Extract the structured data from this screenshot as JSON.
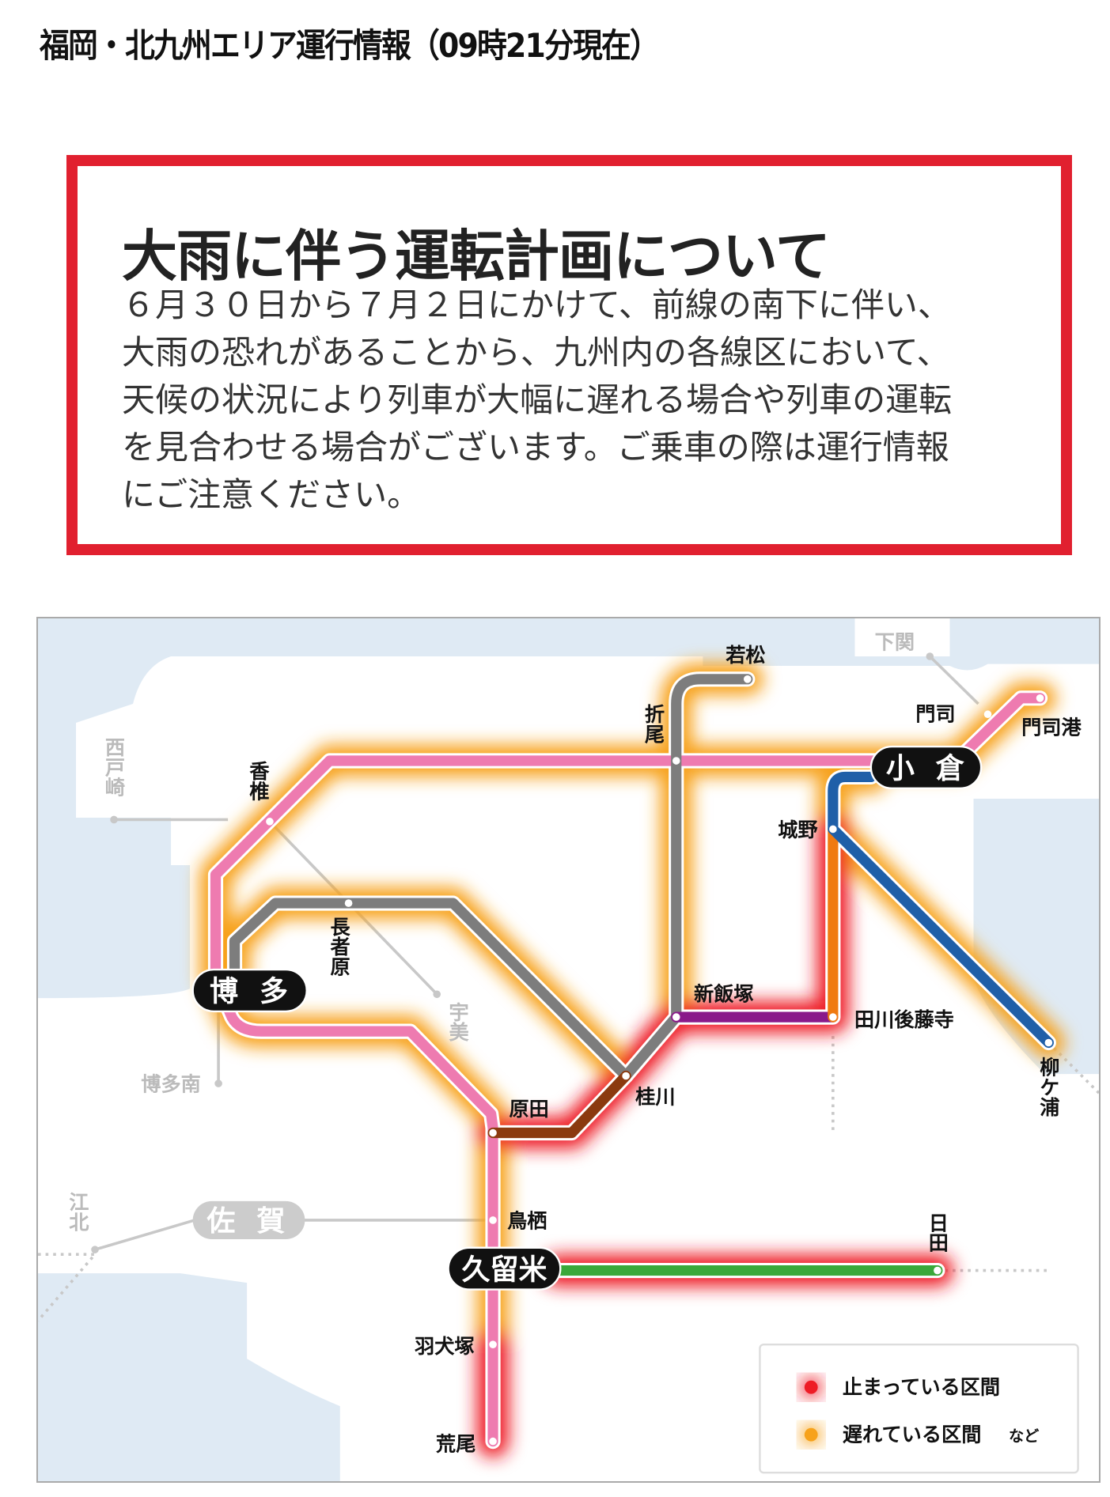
{
  "header": {
    "title": "福岡・北九州エリア運行情報（09時21分現在）"
  },
  "notice": {
    "heading": "大雨に伴う運転計画について",
    "lines": [
      "６月３０日から７月２日にかけて、前線の南下に伴い、",
      "大雨の恐れがあることから、九州内の各線区において、",
      "天候の状況により列車が大幅に遅れる場合や列車の運転",
      "を見合わせる場合がございます。ご乗車の際は運行情報",
      "にご注意ください。"
    ]
  },
  "map": {
    "major_stations": {
      "kokura": "小 倉",
      "hakata": "博 多",
      "kurume": "久留米",
      "saga": "佐 賀"
    },
    "stations": {
      "wakamatsu": "若松",
      "orio": "折尾",
      "moji": "門司",
      "mojiko": "門司港",
      "kashii": "香椎",
      "jono": "城野",
      "chojabaru": "長者原",
      "shiniizuka": "新飯塚",
      "tagawagotoji": "田川後藤寺",
      "yanagigaura": "柳ケ浦",
      "haruda": "原田",
      "keisen": "桂川",
      "tosu": "鳥栖",
      "hita": "日田",
      "hainuzuka": "羽犬塚",
      "arao": "荒尾"
    },
    "inactive_stations": {
      "saitozaki": "西戸崎",
      "shimonoseki": "下関",
      "umi": "宇美",
      "hakataminami": "博多南",
      "kohoku": "江北"
    },
    "legend": {
      "stopped": "止まっている区間",
      "delayed": "遅れている区間",
      "delayed_suffix": "など"
    },
    "colors": {
      "stopped": "#ee1c25",
      "delayed": "#f7a21b",
      "notice_border": "#e1202f"
    }
  }
}
